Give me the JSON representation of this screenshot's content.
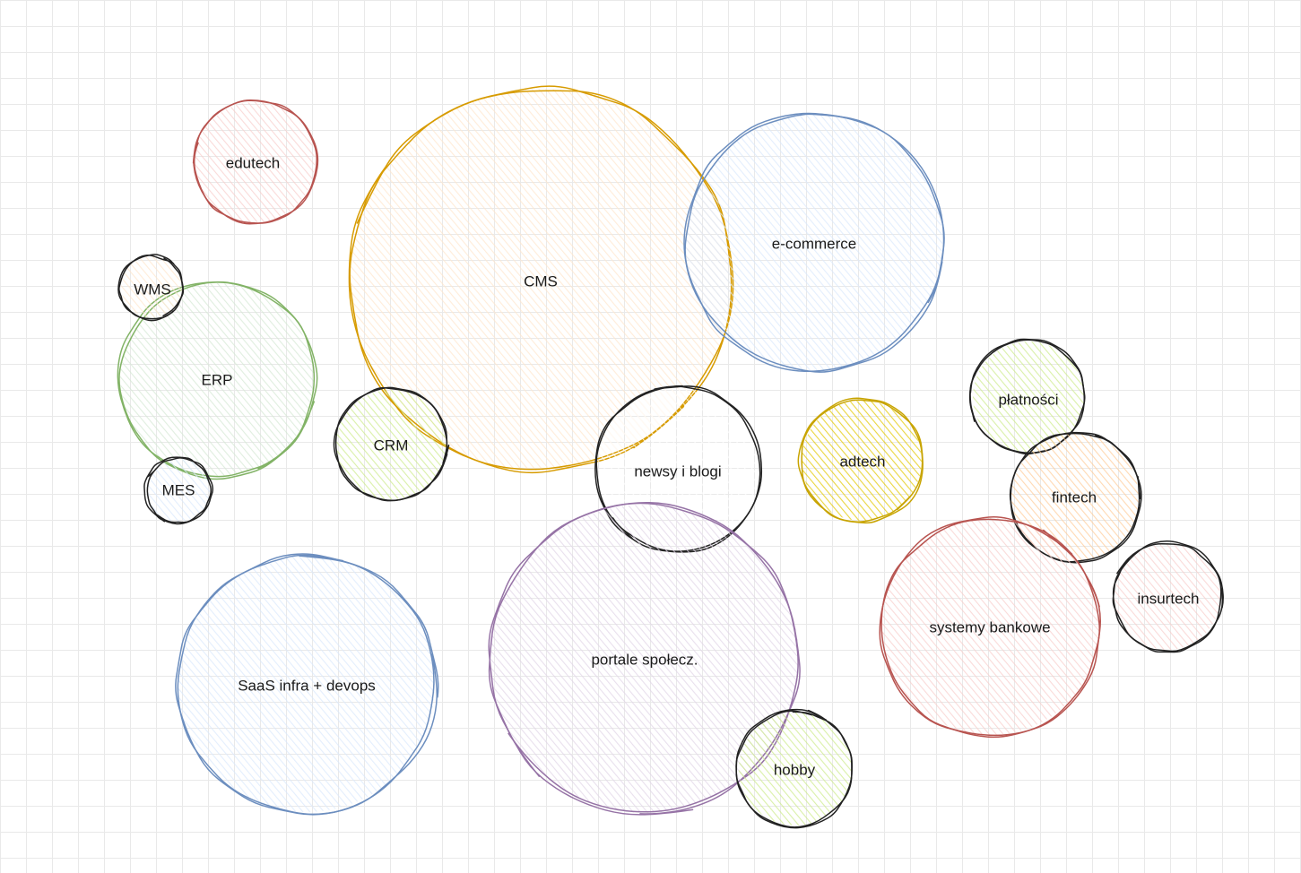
{
  "diagram": {
    "circles": [
      {
        "id": "cms",
        "label": "CMS",
        "stroke": "#d79b00",
        "fill": "#ffe6cc"
      },
      {
        "id": "e-commerce",
        "label": "e-commerce",
        "stroke": "#6c8ebf",
        "fill": "#dae8fc"
      },
      {
        "id": "edutech",
        "label": "edutech",
        "stroke": "#b85450",
        "fill": "#f8cecc"
      },
      {
        "id": "erp",
        "label": "ERP",
        "stroke": "#82b366",
        "fill": "#d5e8d4"
      },
      {
        "id": "wms",
        "label": "WMS",
        "stroke": "#222222",
        "fill": "#ffe6cc"
      },
      {
        "id": "mes",
        "label": "MES",
        "stroke": "#222222",
        "fill": "#dae8fc"
      },
      {
        "id": "crm",
        "label": "CRM",
        "stroke": "#222222",
        "fill": "#cdeb8b"
      },
      {
        "id": "newsy",
        "label": "newsy i blogi",
        "stroke": "#222222",
        "fill": "#ffffff"
      },
      {
        "id": "adtech",
        "label": "adtech",
        "stroke": "#c8a400",
        "fill": "#e3c800"
      },
      {
        "id": "platnosci",
        "label": "płatności",
        "stroke": "#222222",
        "fill": "#cdeb8b"
      },
      {
        "id": "fintech",
        "label": "fintech",
        "stroke": "#222222",
        "fill": "#ffcc99"
      },
      {
        "id": "systemy-bankowe",
        "label": "systemy bankowe",
        "stroke": "#b85450",
        "fill": "#f8cecc"
      },
      {
        "id": "insurtech",
        "label": "insurtech",
        "stroke": "#222222",
        "fill": "#f8cecc"
      },
      {
        "id": "saas",
        "label": "SaaS infra + devops",
        "stroke": "#6c8ebf",
        "fill": "#dae8fc"
      },
      {
        "id": "portale",
        "label": "portale społecz.",
        "stroke": "#9673a6",
        "fill": "#e1d5e7"
      },
      {
        "id": "hobby",
        "label": "hobby",
        "stroke": "#222222",
        "fill": "#cdeb8b"
      }
    ]
  }
}
